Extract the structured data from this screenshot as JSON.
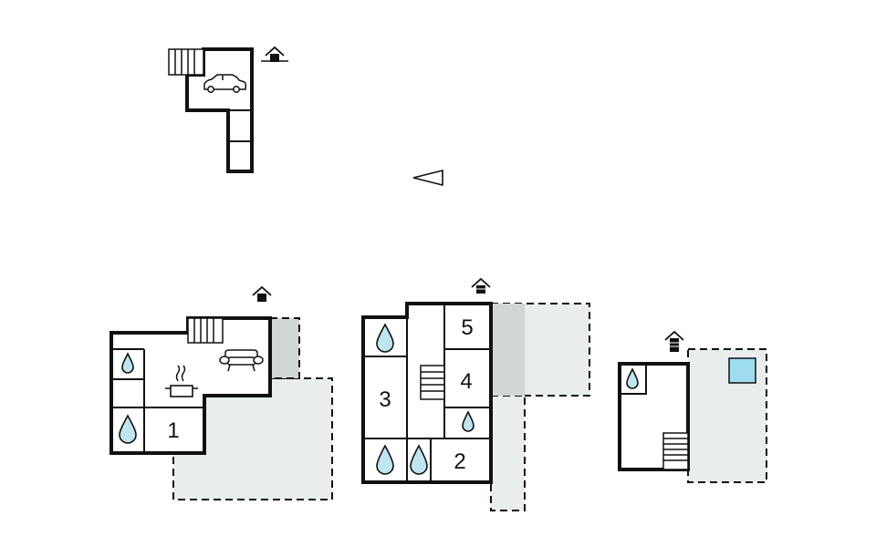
{
  "rooms": {
    "bedroom_1": "1",
    "bedroom_2": "2",
    "bedroom_3": "3",
    "bedroom_4": "4",
    "bedroom_5": "5"
  },
  "icons": {
    "entrance": "entrance-icon",
    "stairs": "stairs-icon",
    "car": "car-icon",
    "sofa": "sofa-icon",
    "kitchen": "cooking-pot-icon",
    "bathroom": "water-drop-icon",
    "compass": "north-arrow-icon",
    "pool": "pool-icon"
  },
  "colors": {
    "wall": "#111111",
    "terrace": "#e9eded",
    "terrace_shaded": "#d2d6d6",
    "water": "#bfe6f0",
    "pool": "#9fdcf0"
  }
}
